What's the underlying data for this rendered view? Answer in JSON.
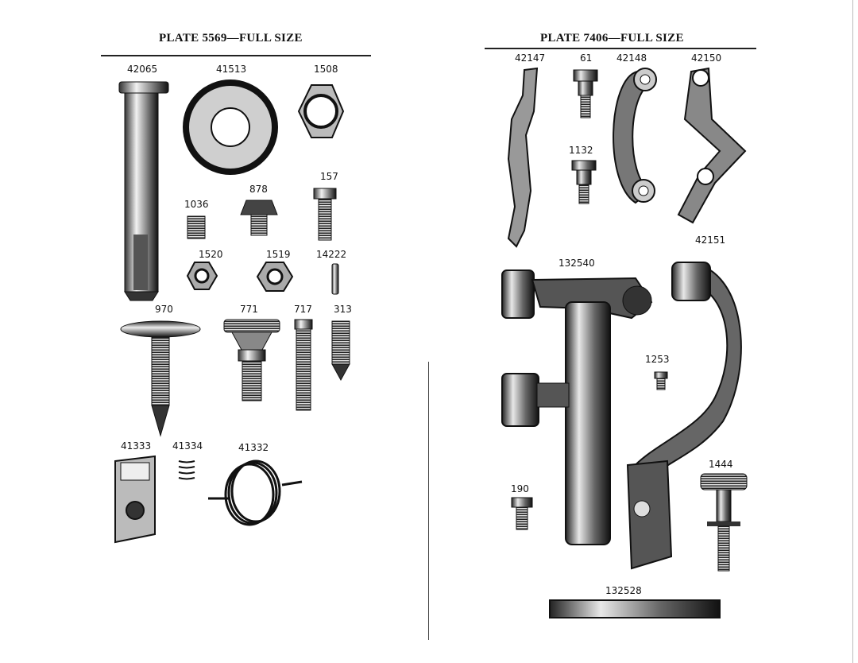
{
  "left_plate": {
    "title": "PLATE 5569—FULL SIZE",
    "parts": [
      "42065",
      "41513",
      "1508",
      "157",
      "878",
      "1036",
      "1520",
      "1519",
      "14222",
      "970",
      "771",
      "717",
      "313",
      "41333",
      "41334",
      "41332"
    ]
  },
  "right_plate": {
    "title": "PLATE 7406—FULL SIZE",
    "parts": [
      "42147",
      "61",
      "42148",
      "42150",
      "1132",
      "42151",
      "132540",
      "1253",
      "1444",
      "190",
      "132528"
    ]
  }
}
